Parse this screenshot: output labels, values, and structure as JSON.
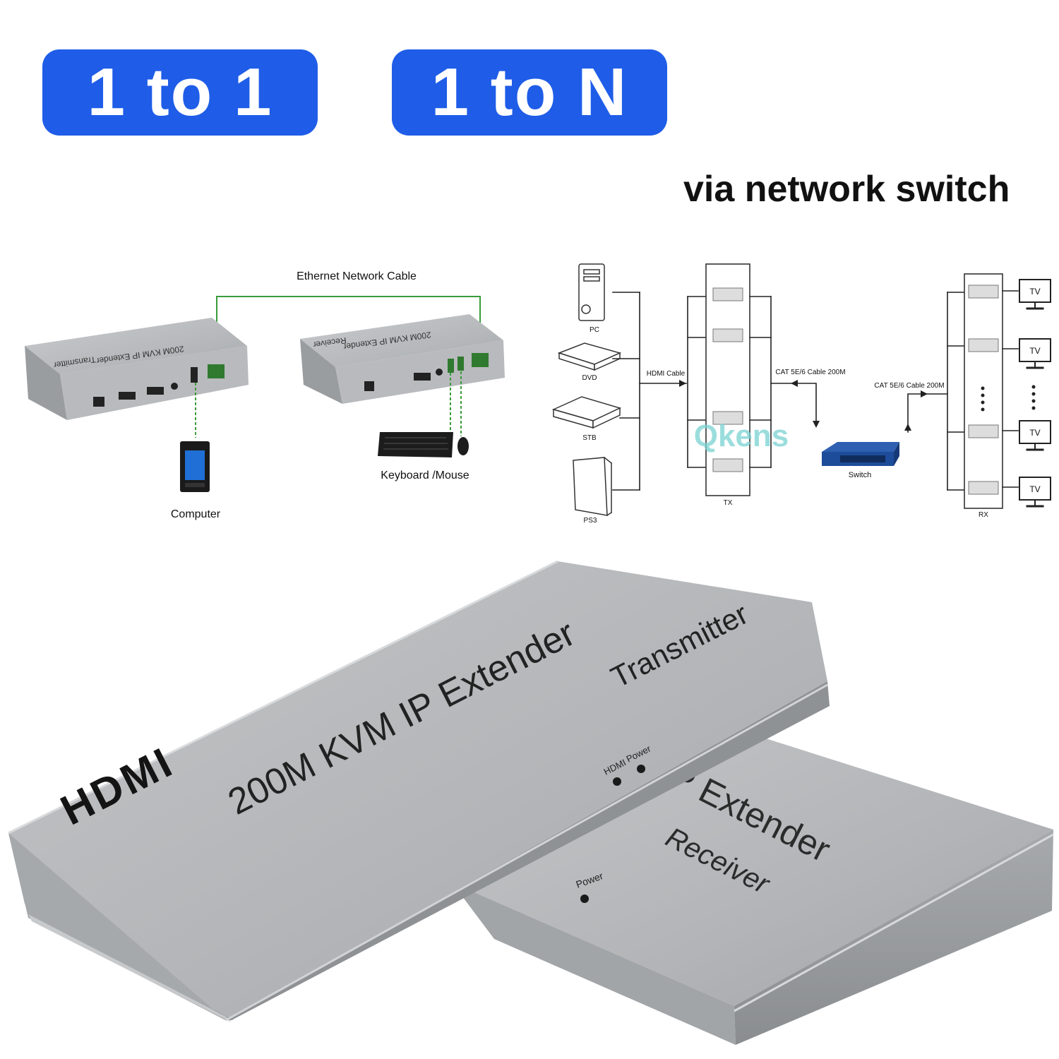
{
  "badges": {
    "one_to_one": "1 to 1",
    "one_to_n": "1 to N"
  },
  "via_label": "via network switch",
  "left_diagram": {
    "cable_label": "Ethernet Network Cable",
    "computer_label": "Computer",
    "keyboard_label": "Keyboard /Mouse",
    "tx_top_text": "Transmitter",
    "tx_model_text": "200M KVM IP Extender",
    "rx_top_text": "Receiver",
    "rx_model_text": "200M KVM IP Extender"
  },
  "right_diagram": {
    "sources": [
      "PC",
      "DVD",
      "STB",
      "PS3"
    ],
    "hdmi_cable_label": "HDMI Cable",
    "cat_label_1": "CAT 5E/6 Cable 200M",
    "cat_label_2": "CAT 5E/6 Cable 200M",
    "switch_label": "Switch",
    "tx_label": "TX",
    "rx_label": "RX",
    "tv_label": "TV",
    "watermark": "Qkens"
  },
  "product": {
    "hdmi_logo": "HDMI",
    "model_text": "200M KVM IP Extender",
    "transmitter_text": "Transmitter",
    "led_hdmi": "HDMI",
    "led_power": "Power",
    "rx_model_text": "P Extender",
    "receiver_text": "Receiver",
    "rx_power": "Power"
  },
  "colors": {
    "badge": "#1f5de8",
    "cable_green": "#3a9c3a",
    "watermark": "#7ad1d1",
    "switch_blue": "#1d4c9a"
  }
}
